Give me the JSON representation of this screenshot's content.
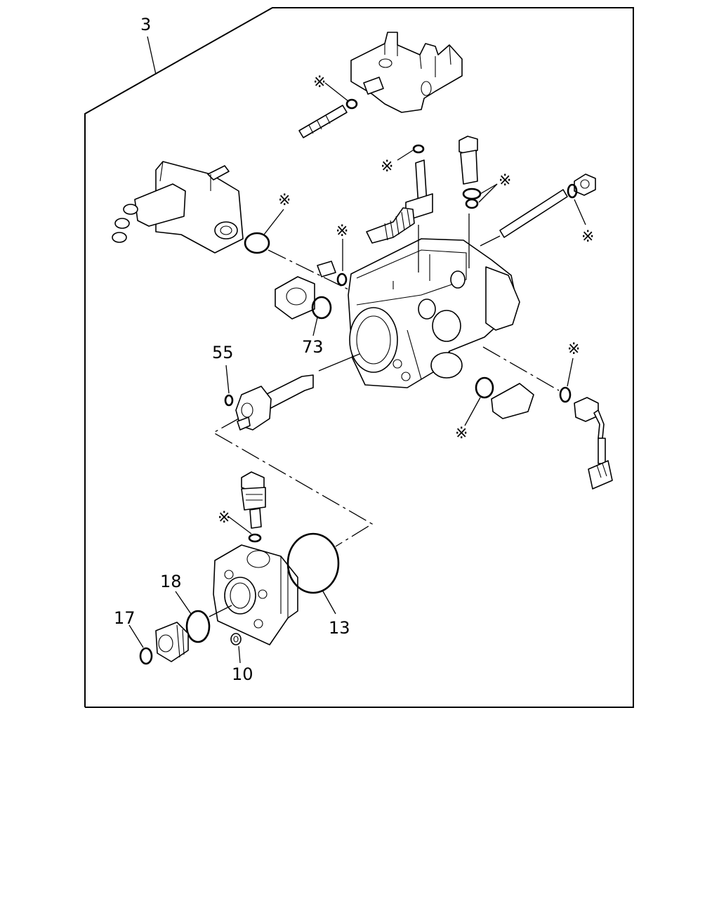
{
  "callouts": {
    "c3": "3",
    "c55": "55",
    "c73": "73",
    "c18": "18",
    "c17": "17",
    "c13": "13",
    "c10": "10",
    "asterisk": "※"
  },
  "colors": {
    "line": "#000000",
    "background": "#ffffff"
  }
}
